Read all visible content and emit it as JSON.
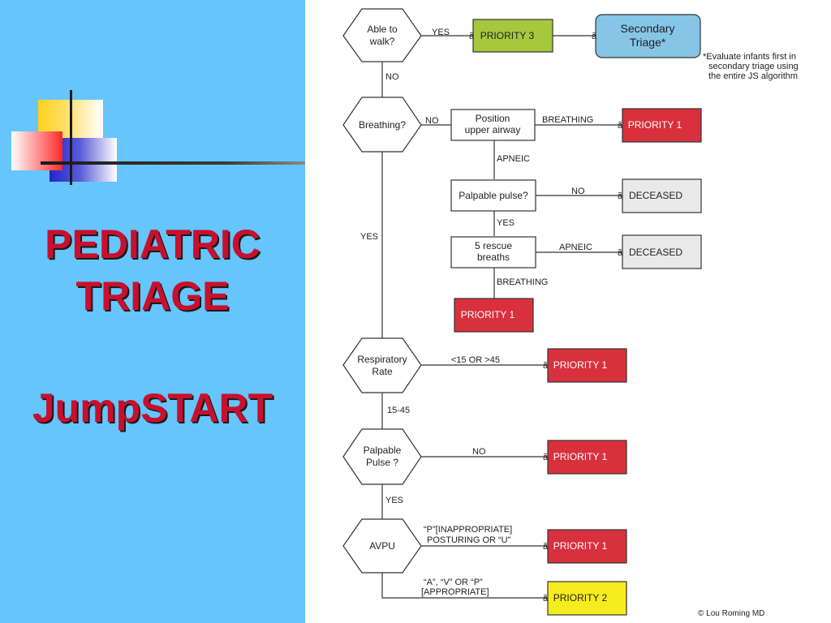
{
  "title": {
    "line1": "PEDIATRIC",
    "line2": "TRIAGE",
    "line3": "JumpSTART"
  },
  "diagram": {
    "nodes": {
      "able_to_walk": [
        "Able to",
        "walk?"
      ],
      "breathing": "Breathing?",
      "resp_rate": [
        "Respiratory",
        "Rate"
      ],
      "palpable_pulse_main": [
        "Palpable",
        "Pulse  ?"
      ],
      "avpu": "AVPU",
      "position_airway": [
        "Position",
        "upper airway"
      ],
      "palpable_pulse_q": "Palpable pulse?",
      "rescue_breaths": [
        "5 rescue",
        "breaths"
      ],
      "priority3": "PRIORITY 3",
      "secondary_triage": [
        "Secondary",
        "Triage*"
      ],
      "priority1_a": "PRIORITY 1",
      "deceased_a": "DECEASED",
      "deceased_b": "DECEASED",
      "priority1_b": "PRIORITY 1",
      "priority1_c": "PRIORITY 1",
      "priority1_d": "PRIORITY 1",
      "priority1_e": "PRIORITY 1",
      "priority2": "PRIORITY 2"
    },
    "edges": {
      "walk_yes": "YES",
      "walk_no": "NO",
      "breath_no": "NO",
      "breath_yes": "YES",
      "airway_breathing": "BREATHING",
      "airway_apneic": "APNEIC",
      "pulse_no": "NO",
      "pulse_yes": "YES",
      "rescue_apneic": "APNEIC",
      "rescue_breathing": "BREATHING",
      "resp_out": "<15 OR >45",
      "resp_in": "15-45",
      "pulse_main_no": "NO",
      "pulse_main_yes": "YES",
      "avpu_p1_a": "“P”[INAPPROPRIATE]",
      "avpu_p1_b": "POSTURING OR “U”",
      "avpu_p2_a": "“A”, “V” OR “P”",
      "avpu_p2_b": "[APPROPRIATE]"
    },
    "note": [
      "*Evaluate infants first in",
      "secondary triage using",
      "the entire JS algorithm"
    ],
    "copyright": "© Lou Roming MD",
    "arrow_glyph": "ã"
  },
  "colors": {
    "background_left": "#66c5fa",
    "title": "#c8102e",
    "priority1": "#d9303d",
    "priority2": "#f5ec1d",
    "priority3": "#a5c83c",
    "deceased": "#e9e9e9",
    "secondary": "#86c5e6"
  }
}
